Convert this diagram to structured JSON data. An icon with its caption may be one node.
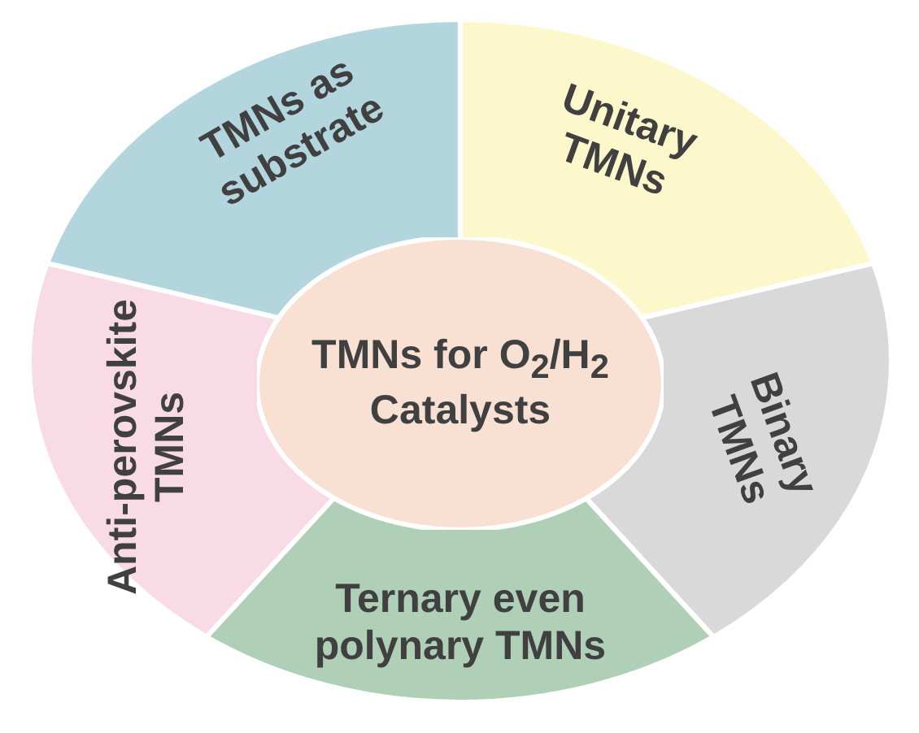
{
  "diagram": {
    "nodes": [
      {
        "text": [
          "TMNs as substrate"
        ]
      },
      {
        "text": [
          "Unitary TMNs"
        ]
      },
      {
        "text": [
          "TMNs for O$_{2}$/H$_{2}$ Catalysts"
        ]
      },
      {
        "text": [
          "Anti-perovskite TMNs"
        ]
      },
      {
        "text": [
          "Binary TMNs"
        ]
      },
      {
        "text": [
          "Ternary even polynary TMNs"
        ]
      }
    ]
  }
}
